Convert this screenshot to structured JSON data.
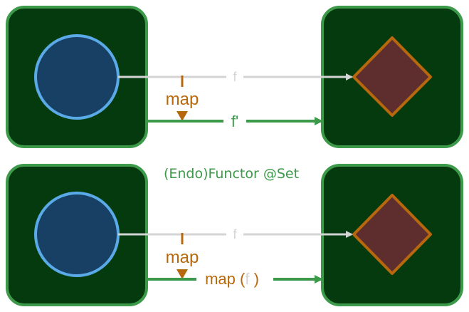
{
  "top": {
    "arrow_f_label": "f",
    "map_label": "map",
    "arrow_fprime_label": "f'"
  },
  "bottom": {
    "caption": "(Endo)Functor @Set",
    "arrow_f_label": "f",
    "map_label": "map",
    "arrow_mapf_prefix": "map (",
    "arrow_mapf_inner": "f",
    "arrow_mapf_suffix": " )"
  },
  "colors": {
    "box_fill": "#053a0e",
    "box_stroke": "#3c9a4a",
    "circle_fill": "#174064",
    "circle_stroke": "#5aaae8",
    "diamond_fill": "#5e2e2e",
    "diamond_stroke": "#b8680c",
    "gray_arrow": "#d4d4d4",
    "green_arrow": "#3c9a4a",
    "map_orange": "#b8680c"
  }
}
